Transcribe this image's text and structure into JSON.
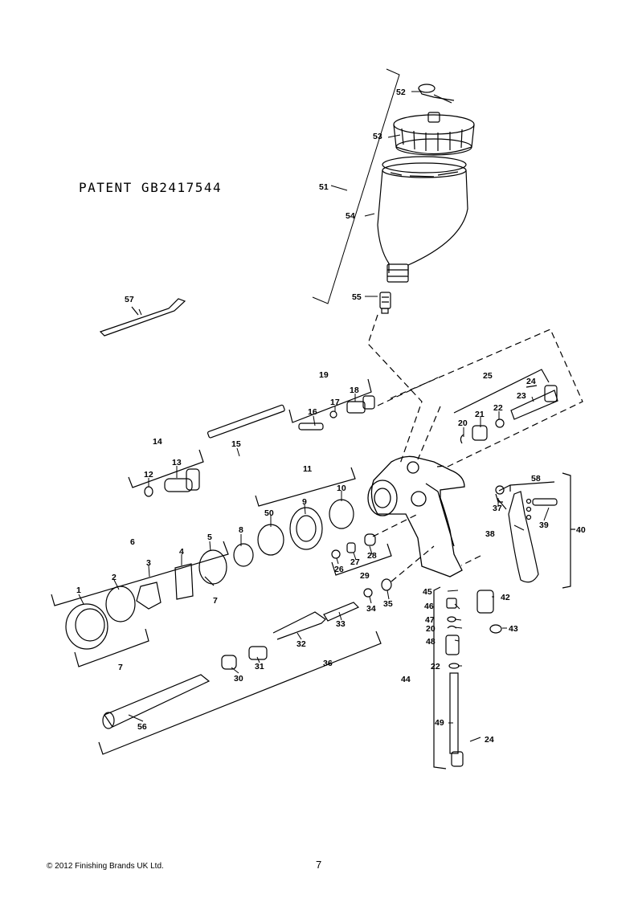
{
  "patent_label": "PATENT  GB2417544",
  "footer": {
    "copyright": "© 2012 Finishing Brands UK Ltd.",
    "page_number": "7"
  },
  "part_labels": [
    "1",
    "2",
    "3",
    "4",
    "5",
    "6",
    "7",
    "8",
    "9",
    "10",
    "11",
    "12",
    "13",
    "14",
    "15",
    "16",
    "17",
    "18",
    "19",
    "20",
    "21",
    "22",
    "23",
    "24",
    "25",
    "26",
    "27",
    "28",
    "29",
    "30",
    "31",
    "32",
    "33",
    "34",
    "35",
    "36",
    "37",
    "38",
    "39",
    "40",
    "42",
    "43",
    "44",
    "45",
    "46",
    "47",
    "48",
    "49",
    "50",
    "51",
    "52",
    "53",
    "54",
    "55",
    "56",
    "57",
    "58"
  ]
}
